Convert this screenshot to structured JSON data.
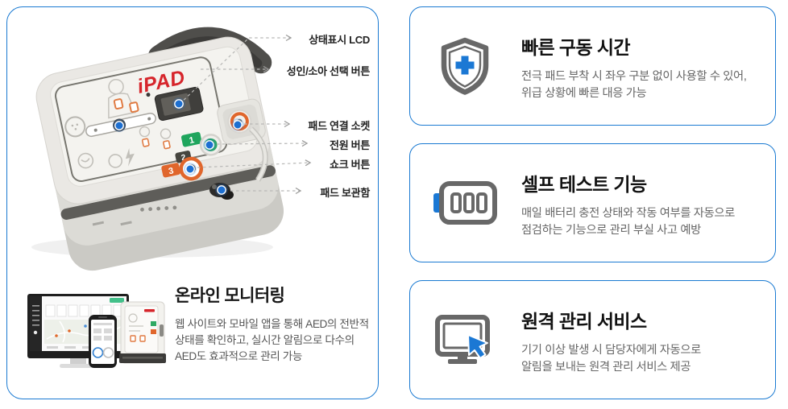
{
  "left_panel": {
    "device": {
      "logo": "iPAD",
      "step_labels": [
        "1",
        "2",
        "3"
      ]
    },
    "callouts": [
      {
        "label": "상태표시 LCD"
      },
      {
        "label": "성인/소아 선택 버튼"
      },
      {
        "label": "패드 연결 소켓"
      },
      {
        "label": "전원 버튼"
      },
      {
        "label": "쇼크 버튼"
      },
      {
        "label": "패드 보관함"
      }
    ],
    "monitoring": {
      "title": "온라인 모니터링",
      "desc_lines": [
        "웹 사이트와 모바일 앱을 통해 AED의 전반적",
        "상태를 확인하고, 실시간 알림으로 다수의",
        "AED도 효과적으로 관리 가능"
      ]
    }
  },
  "feature_cards": [
    {
      "icon": "shield-plus-icon",
      "title": "빠른 구동 시간",
      "desc_lines": [
        "전극 패드 부착 시 좌우 구분 없이 사용할 수 있어,",
        "위급 상황에 빠른 대응 가능"
      ]
    },
    {
      "icon": "battery-icon",
      "title": "셀프 테스트 기능",
      "desc_lines": [
        "매일 배터리 충전 상태와 작동 여부를 자동으로",
        "점검하는 기능으로 관리 부실 사고 예방"
      ]
    },
    {
      "icon": "remote-monitor-icon",
      "title": "원격 관리 서비스",
      "desc_lines": [
        "기기 이상 발생 시 담당자에게 자동으로",
        "알림을 보내는 원격 관리 서비스 제공"
      ]
    }
  ],
  "colors": {
    "accent_blue": "#1a7ad2",
    "icon_gray": "#686868",
    "logo_red": "#d6252b",
    "callout_line_gray": "#b8b8b6"
  }
}
